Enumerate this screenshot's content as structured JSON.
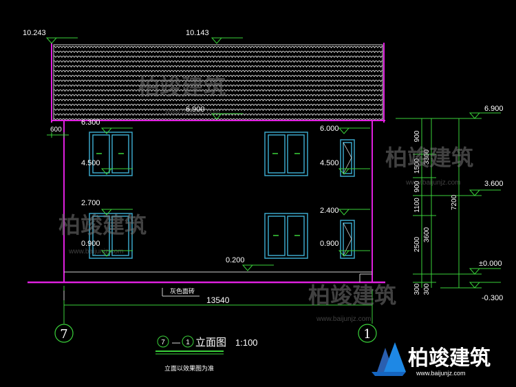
{
  "colors": {
    "background": "#000000",
    "wall": "#e020e0",
    "roof_line": "#cfcfcf",
    "dimension": "#3ad23a",
    "window": "#3aa6c8",
    "text": "#ffffff",
    "ground": "#e020e0",
    "watermark": "#8a8a8a"
  },
  "elevations": {
    "roof_left": "10.243",
    "roof_ridge": "10.143",
    "eave": "6.900",
    "upper_window_top_left": "6.300",
    "upper_window_bottom_left": "4.500",
    "upper_window_top_right": "6.000",
    "upper_window_bottom_right": "4.500",
    "lower_window_top_left": "2.700",
    "lower_window_bottom_left": "0.900",
    "lower_window_top_right": "2.400",
    "lower_window_bottom_right": "0.900",
    "plinth": "0.200",
    "overhang": "600"
  },
  "right_dims": {
    "level_top": "6.900",
    "level_mid": "3.600",
    "level_zero": "±0.000",
    "level_ground": "-0.300",
    "col1": [
      "900",
      "1500",
      "900",
      "1100",
      "2500",
      "300"
    ],
    "col2": [
      "3300",
      "3600",
      "300"
    ],
    "col3": "7200"
  },
  "bottom": {
    "material_note": "灰色面砖",
    "width_dim": "13540",
    "axis_left": "7",
    "axis_right": "1"
  },
  "title": {
    "left_axis": "7",
    "dash": "—",
    "right_axis": "1",
    "name": "立面图",
    "scale": "1:100",
    "note": "立面以效果图为准"
  },
  "watermark": {
    "brand": "柏竣建筑",
    "url": "www.baijunjz.com"
  },
  "icons": [
    "logo-icon",
    "axis-bubble-icon",
    "elevation-marker-icon"
  ]
}
